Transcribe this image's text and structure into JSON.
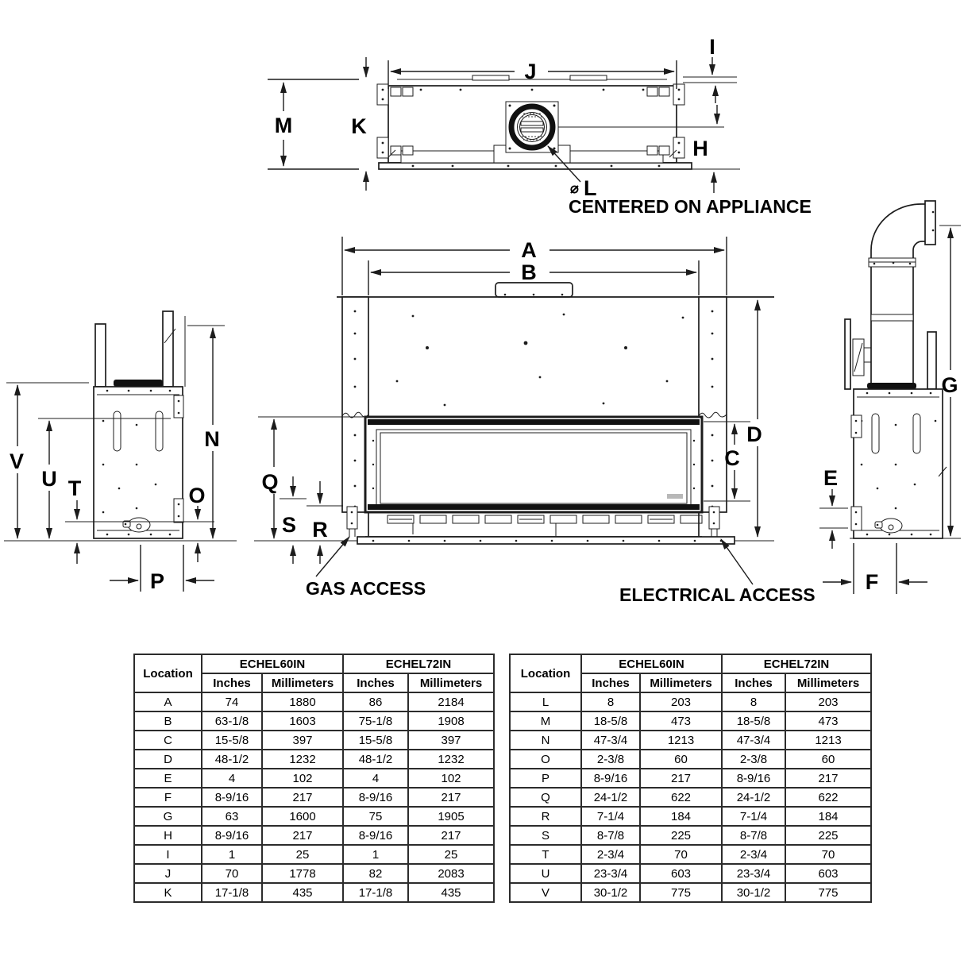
{
  "labels": {
    "A": "A",
    "B": "B",
    "C": "C",
    "D": "D",
    "E": "E",
    "F": "F",
    "G": "G",
    "H": "H",
    "I": "I",
    "J": "J",
    "K": "K",
    "L": "L",
    "M": "M",
    "N": "N",
    "O": "O",
    "P": "P",
    "Q": "Q",
    "R": "R",
    "S": "S",
    "T": "T",
    "U": "U",
    "V": "V",
    "dia": "⌀"
  },
  "annotations": {
    "centered_on_appliance": "CENTERED ON APPLIANCE",
    "gas_access": "GAS ACCESS",
    "electrical_access": "ELECTRICAL ACCESS"
  },
  "table_headers": {
    "location": "Location",
    "model_60": "ECHEL60IN",
    "model_72": "ECHEL72IN",
    "inches": "Inches",
    "millimeters": "Millimeters"
  },
  "tables": {
    "left": {
      "rows": [
        [
          "A",
          "74",
          "1880",
          "86",
          "2184"
        ],
        [
          "B",
          "63-1/8",
          "1603",
          "75-1/8",
          "1908"
        ],
        [
          "C",
          "15-5/8",
          "397",
          "15-5/8",
          "397"
        ],
        [
          "D",
          "48-1/2",
          "1232",
          "48-1/2",
          "1232"
        ],
        [
          "E",
          "4",
          "102",
          "4",
          "102"
        ],
        [
          "F",
          "8-9/16",
          "217",
          "8-9/16",
          "217"
        ],
        [
          "G",
          "63",
          "1600",
          "75",
          "1905"
        ],
        [
          "H",
          "8-9/16",
          "217",
          "8-9/16",
          "217"
        ],
        [
          "I",
          "1",
          "25",
          "1",
          "25"
        ],
        [
          "J",
          "70",
          "1778",
          "82",
          "2083"
        ],
        [
          "K",
          "17-1/8",
          "435",
          "17-1/8",
          "435"
        ]
      ]
    },
    "right": {
      "rows": [
        [
          "L",
          "8",
          "203",
          "8",
          "203"
        ],
        [
          "M",
          "18-5/8",
          "473",
          "18-5/8",
          "473"
        ],
        [
          "N",
          "47-3/4",
          "1213",
          "47-3/4",
          "1213"
        ],
        [
          "O",
          "2-3/8",
          "60",
          "2-3/8",
          "60"
        ],
        [
          "P",
          "8-9/16",
          "217",
          "8-9/16",
          "217"
        ],
        [
          "Q",
          "24-1/2",
          "622",
          "24-1/2",
          "622"
        ],
        [
          "R",
          "7-1/4",
          "184",
          "7-1/4",
          "184"
        ],
        [
          "S",
          "8-7/8",
          "225",
          "8-7/8",
          "225"
        ],
        [
          "T",
          "2-3/4",
          "70",
          "2-3/4",
          "70"
        ],
        [
          "U",
          "23-3/4",
          "603",
          "23-3/4",
          "603"
        ],
        [
          "V",
          "30-1/2",
          "775",
          "30-1/2",
          "775"
        ]
      ]
    }
  }
}
